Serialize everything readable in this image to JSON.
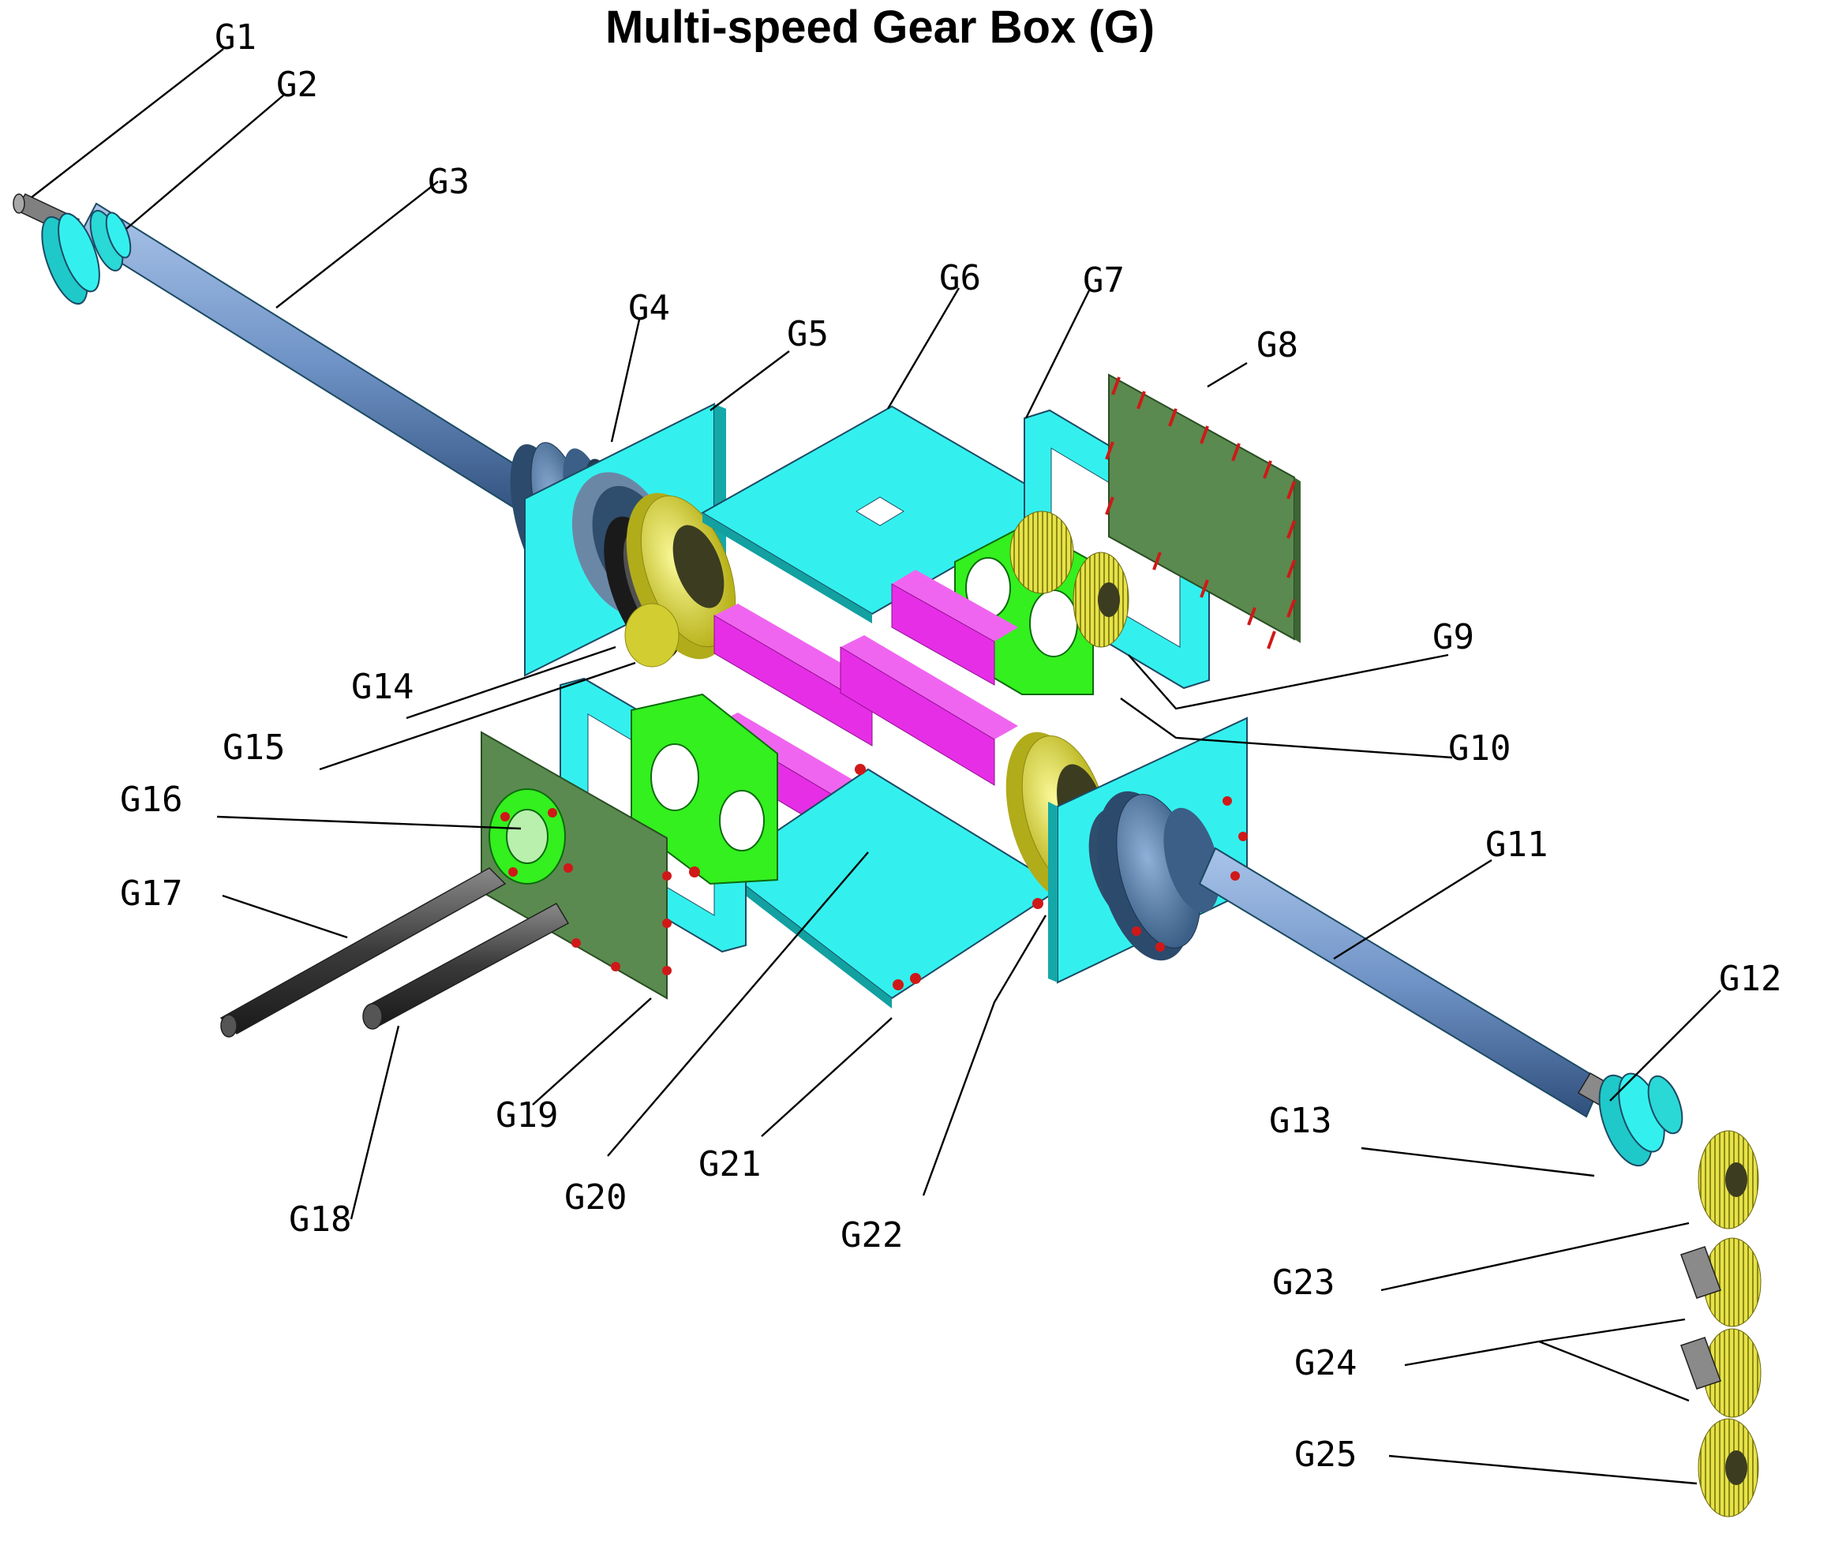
{
  "title": "Multi-speed Gear Box (G)",
  "labels": {
    "G1": "G1",
    "G2": "G2",
    "G3": "G3",
    "G4": "G4",
    "G5": "G5",
    "G6": "G6",
    "G7": "G7",
    "G8": "G8",
    "G9": "G9",
    "G10": "G10",
    "G11": "G11",
    "G12": "G12",
    "G13": "G13",
    "G14": "G14",
    "G15": "G15",
    "G16": "G16",
    "G17": "G17",
    "G18": "G18",
    "G19": "G19",
    "G20": "G20",
    "G21": "G21",
    "G22": "G22",
    "G23": "G23",
    "G24": "G24",
    "G25": "G25"
  },
  "colors": {
    "shaft": "#6f93c6",
    "cyan": "#33f0ee",
    "green_plate": "#5a8a4f",
    "bright_green": "#33f01e",
    "magenta": "#e62ee6",
    "yellow": "#f0ee45",
    "bolt_red": "#d01818",
    "dark_shaft": "#3a3a3a"
  }
}
